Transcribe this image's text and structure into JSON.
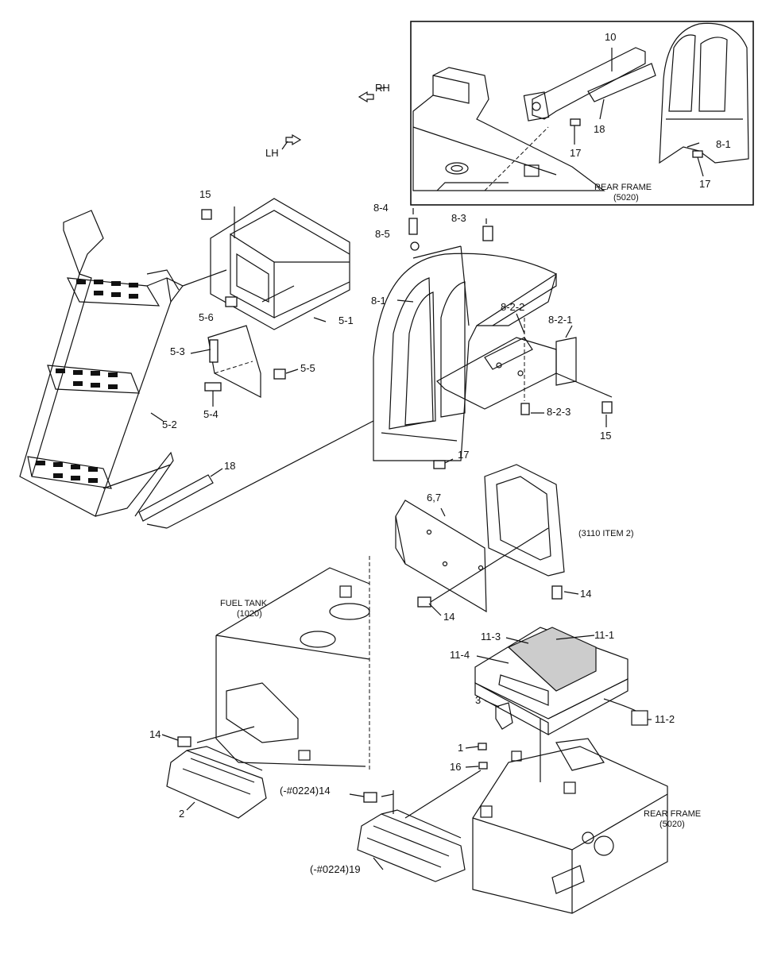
{
  "labels": {
    "rh": "RH",
    "lh": "LH",
    "inset_10": "10",
    "inset_18": "18",
    "inset_17a": "17",
    "inset_8_1": "8-1",
    "inset_17b": "17",
    "inset_rear_frame": "REAR FRAME",
    "inset_rear_frame_code": "(5020)",
    "p15a": "15",
    "p8_4": "8-4",
    "p8_3": "8-3",
    "p8_5": "8-5",
    "p5_6": "5-6",
    "p5_1": "5-1",
    "p8_1": "8-1",
    "p8_2_2": "8-2-2",
    "p8_2_1": "8-2-1",
    "p5_3": "5-3",
    "p5_5": "5-5",
    "p5_4": "5-4",
    "p5_2": "5-2",
    "p8_2_3": "8-2-3",
    "p15b": "15",
    "p17": "17",
    "p18": "18",
    "p6_7": "6,7",
    "p3110": "(3110 ITEM 2)",
    "fuel_tank": "FUEL TANK",
    "fuel_tank_code": "(1020)",
    "p14a": "14",
    "p14b": "14",
    "p11_1": "11-1",
    "p11_3": "11-3",
    "p11_4": "11-4",
    "p3": "3",
    "p11_2": "11-2",
    "p14c": "14",
    "p1": "1",
    "p16": "16",
    "p2": "2",
    "p0224_14": "(-#0224)14",
    "p0224_19": "(-#0224)19",
    "rear_frame": "REAR FRAME",
    "rear_frame_code": "(5020)"
  }
}
